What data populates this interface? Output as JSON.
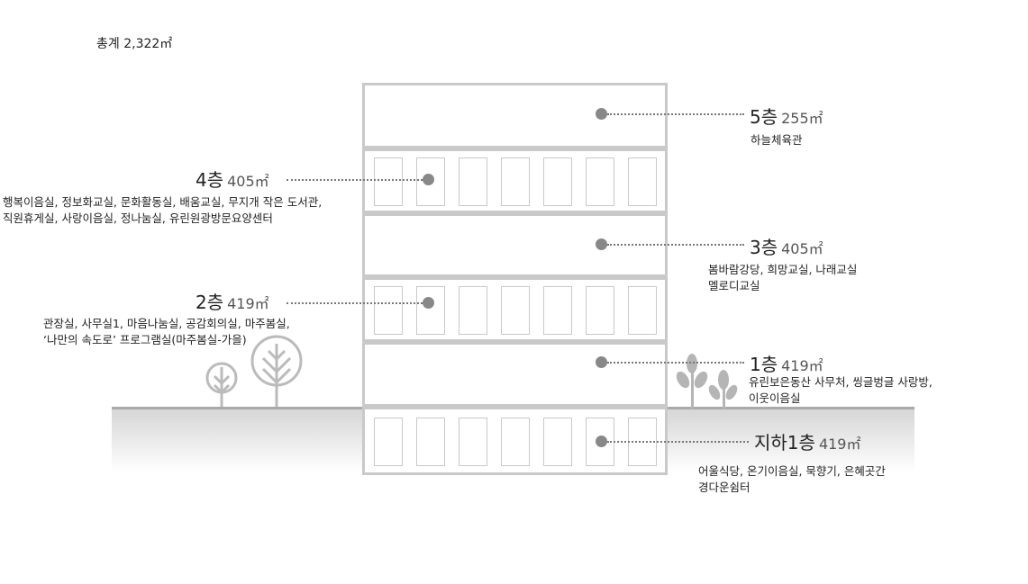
{
  "total": "총계 2,322㎡",
  "floors": {
    "f5": {
      "name": "5층",
      "area": "255㎡",
      "rooms": [
        "하늘체육관"
      ]
    },
    "f4": {
      "name": "4층",
      "area": "405㎡",
      "rooms": [
        "행복이음실, 정보화교실, 문화활동실, 배움교실, 무지개 작은 도서관,",
        "직원휴게실, 사랑이음실, 정나눔실, 유린원광방문요양센터"
      ]
    },
    "f3": {
      "name": "3층",
      "area": "405㎡",
      "rooms": [
        "봄바람강당, 희망교실, 나래교실",
        "멜로디교실"
      ]
    },
    "f2": {
      "name": "2층",
      "area": "419㎡",
      "rooms": [
        "관장실, 사무실1, 마음나눔실, 공감회의실, 마주봄실,",
        "‘나만의 속도로’ 프로그램실(마주봄실-가을)"
      ]
    },
    "f1": {
      "name": "1층",
      "area": "419㎡",
      "rooms": [
        "유린보은동산 사무처, 씽글벙글 사랑방,",
        "이웃이음실"
      ]
    },
    "b1": {
      "name": "지하1층",
      "area": "419㎡",
      "rooms": [
        "어울식당, 온기이음실, 묵향기, 은혜곳간",
        "경다운쉼터"
      ]
    }
  }
}
